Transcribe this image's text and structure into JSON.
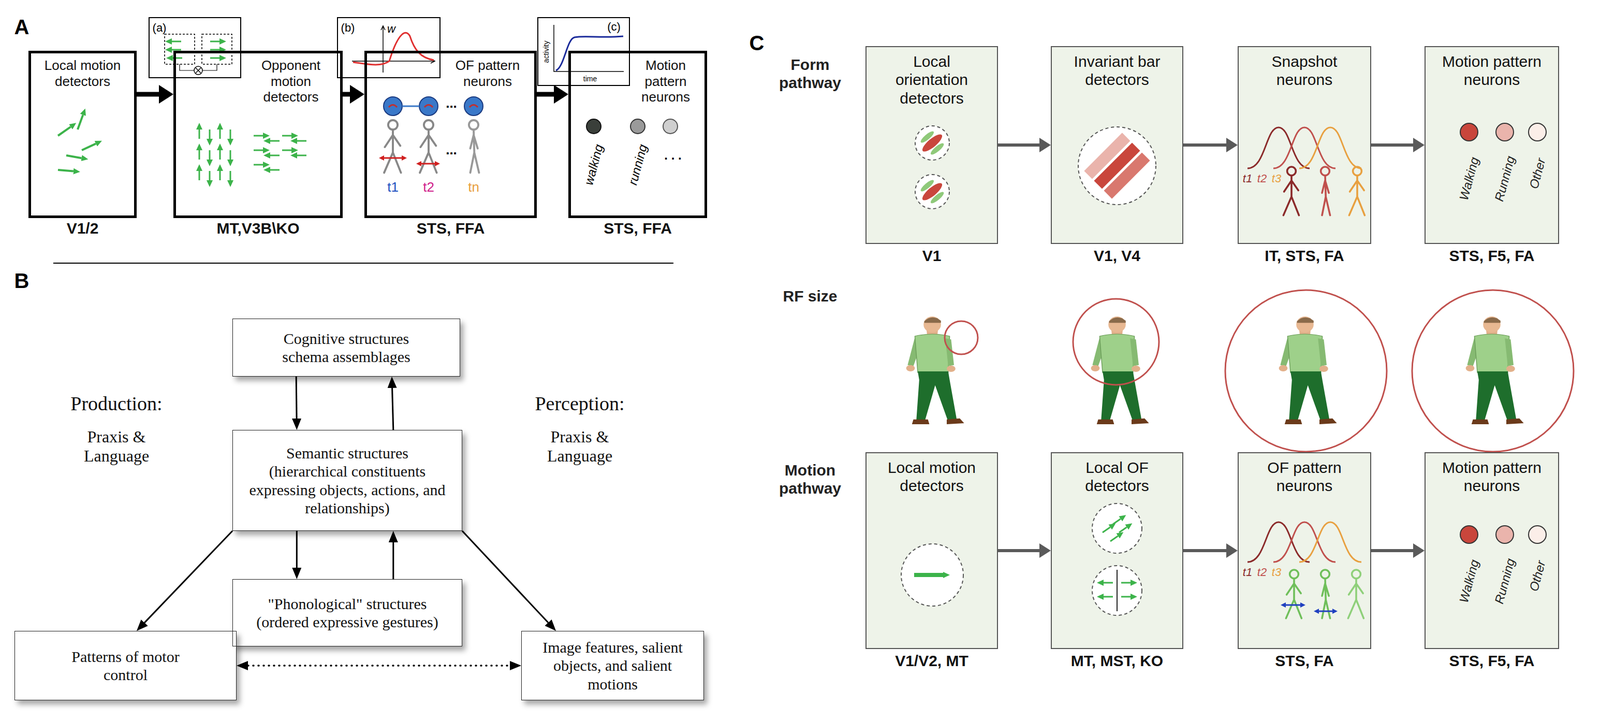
{
  "diagram": {
    "nodes": [
      {
        "text": [
          "Local motion detectors",
          "V1/2"
        ]
      },
      {
        "text": [
          "Opponent motion detectors",
          "MT,V3B\\KO"
        ]
      },
      {
        "text": [
          "OF pattern neurons",
          "STS, FFA"
        ]
      },
      {
        "text": [
          "Motion pattern neurons",
          "STS, FFA"
        ]
      },
      {
        "text": [
          "Cognitive structures",
          "schema assemblages"
        ]
      },
      {
        "text": [
          "Semantic structures",
          "(hierarchical constituents expressing objects, actions, and relationships)"
        ]
      },
      {
        "text": [
          "\"Phonological\" structures",
          "(ordered expressive gestures)"
        ]
      },
      {
        "text": [
          "Patterns of motor control"
        ]
      },
      {
        "text": [
          "Image features, salient objects, and salient motions"
        ]
      },
      {
        "text": [
          "Local orientation detectors",
          "V1"
        ]
      },
      {
        "text": [
          "Invariant bar detectors",
          "V1, V4"
        ]
      },
      {
        "text": [
          "Snapshot neurons",
          "IT, STS, FA"
        ]
      },
      {
        "text": [
          "Motion pattern neurons",
          "STS, F5, FA"
        ]
      },
      {
        "text": [
          "Local motion detectors",
          "V1/V2, MT"
        ]
      },
      {
        "text": [
          "Local OF detectors",
          "MT, MST, KO"
        ]
      },
      {
        "text": [
          "OF pattern neurons",
          "STS, FA"
        ]
      },
      {
        "text": [
          "Motion pattern neurons",
          "STS, F5, FA"
        ]
      }
    ],
    "edges": [
      {
        "from": 0,
        "to": 1,
        "arrow": "to"
      },
      {
        "from": 1,
        "to": 2,
        "arrow": "to"
      },
      {
        "from": 2,
        "to": 3,
        "arrow": "to"
      },
      {
        "from": 4,
        "to": 5,
        "arrow": "to"
      },
      {
        "from": 5,
        "to": 4,
        "arrow": "to"
      },
      {
        "from": 5,
        "to": 6,
        "arrow": "to"
      },
      {
        "from": 6,
        "to": 5,
        "arrow": "to"
      },
      {
        "from": 5,
        "to": 7,
        "arrow": "to"
      },
      {
        "from": 5,
        "to": 8,
        "arrow": "to"
      },
      {
        "from": 7,
        "to": 8,
        "arrow": "both"
      },
      {
        "from": 9,
        "to": 10,
        "arrow": "to"
      },
      {
        "from": 10,
        "to": 11,
        "arrow": "to"
      },
      {
        "from": 11,
        "to": 12,
        "arrow": "to"
      },
      {
        "from": 13,
        "to": 14,
        "arrow": "to"
      },
      {
        "from": 14,
        "to": 15,
        "arrow": "to"
      },
      {
        "from": 15,
        "to": 16,
        "arrow": "to"
      }
    ],
    "labels": [
      "A",
      "(a)",
      "(b)",
      "w",
      "t1",
      "t2",
      "...",
      "...",
      "tn",
      "(c)",
      "activity",
      "time",
      "walking",
      "running",
      ". . .",
      "B",
      "Production:",
      "Praxis & Language",
      "Perception:",
      "Praxis & Language",
      "C",
      "Form pathway",
      "RF size",
      "Motion pathway",
      "t1",
      "t2",
      "t3",
      "Walking",
      "Running",
      "Other",
      "t1",
      "t2",
      "t3",
      "Walking",
      "Running",
      "Other"
    ]
  }
}
